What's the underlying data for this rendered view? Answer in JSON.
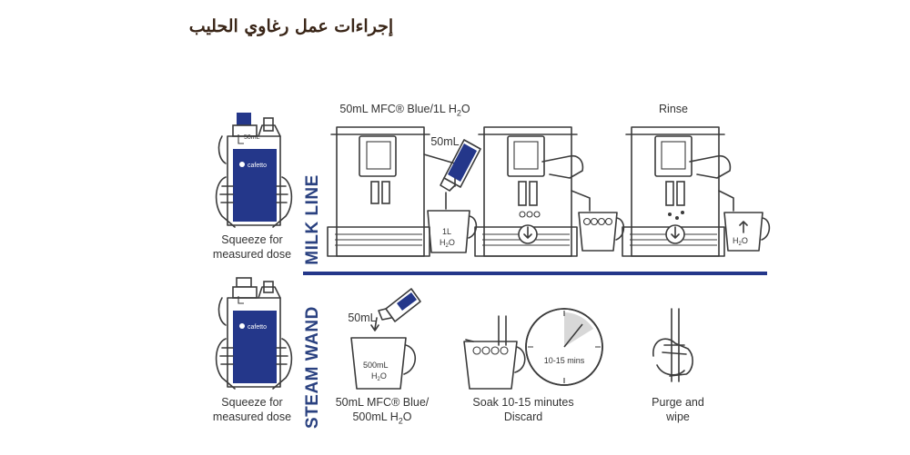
{
  "title": "إجراءات عمل رغاوي الحليب",
  "sections": {
    "milk_line": "MILK LINE",
    "steam_wand": "STEAM WAND"
  },
  "labels": {
    "squeeze_1_line1": "Squeeze for",
    "squeeze_1_line2": "measured dose",
    "squeeze_2_line1": "Squeeze for",
    "squeeze_2_line2": "measured dose",
    "mix_top": "50mL MFC® Blue/1L H",
    "mix_top_sub": "2",
    "mix_top_tail": "O",
    "rinse": "Rinse",
    "dose_top": "50mL",
    "dose_bottom": "50mL",
    "jug_1l": "1L",
    "jug_h2o": "H",
    "jug_h2o_sub": "2",
    "jug_h2o_tail": "O",
    "jug_rinse_h2o": "H",
    "jug_rinse_sub": "2",
    "jug_rinse_tail": "O",
    "jug_500": "500mL",
    "jug_500_h2o": "H",
    "jug_500_sub": "2",
    "jug_500_tail": "O",
    "mfc_500_line1": "50mL MFC® Blue/",
    "mfc_500_line2": "500mL H",
    "mfc_500_sub": "2",
    "mfc_500_tail": "O",
    "soak_line1": "Soak 10-15 minutes",
    "soak_line2": "Discard",
    "clock": "10-15 mins",
    "purge_line1": "Purge and",
    "purge_line2": "wipe",
    "bottle_brand": "cafetto",
    "bottle_dose": "50mL"
  },
  "colors": {
    "accent": "#24378a",
    "title": "#3a2618"
  }
}
